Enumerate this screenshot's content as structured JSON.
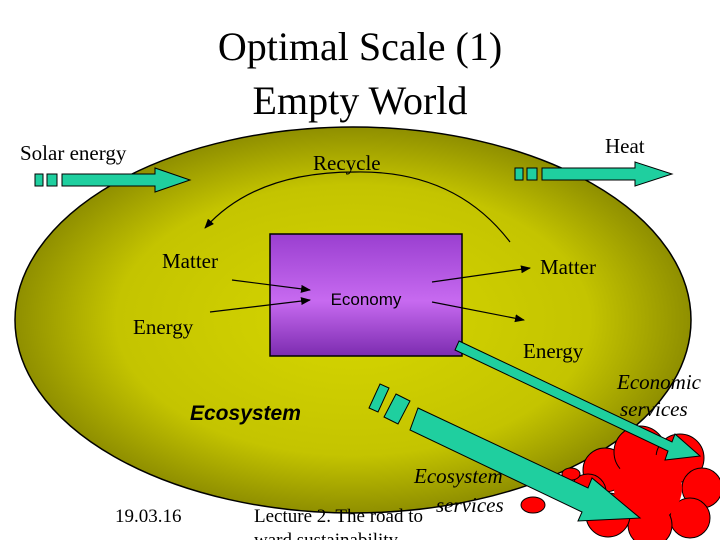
{
  "title_line1": "Optimal Scale (1)",
  "title_line2": "Empty World",
  "labels": {
    "solar_energy": "Solar energy",
    "heat": "Heat",
    "recycle": "Recycle",
    "matter_in": "Matter",
    "energy_in": "Energy",
    "economy": "Economy",
    "matter_out": "Matter",
    "energy_out": "Energy",
    "ecosystem": "Ecosystem",
    "economic_services_line1": "Economic",
    "economic_services_line2": "services",
    "ecosystem_services_line1": "Ecosystem",
    "ecosystem_services_line2": "services"
  },
  "footer": {
    "date": "19.03.16",
    "lecture_line1": "Lecture 2. The road to",
    "lecture_line2": "ward sustainability"
  },
  "colors": {
    "ecosystem_fill": "#cccc00",
    "ecosystem_dark": "#8a8a00",
    "economy_fill": "#b04ee0",
    "arrow_teal": "#1fcf9f",
    "cloud_red": "#ff0000"
  }
}
